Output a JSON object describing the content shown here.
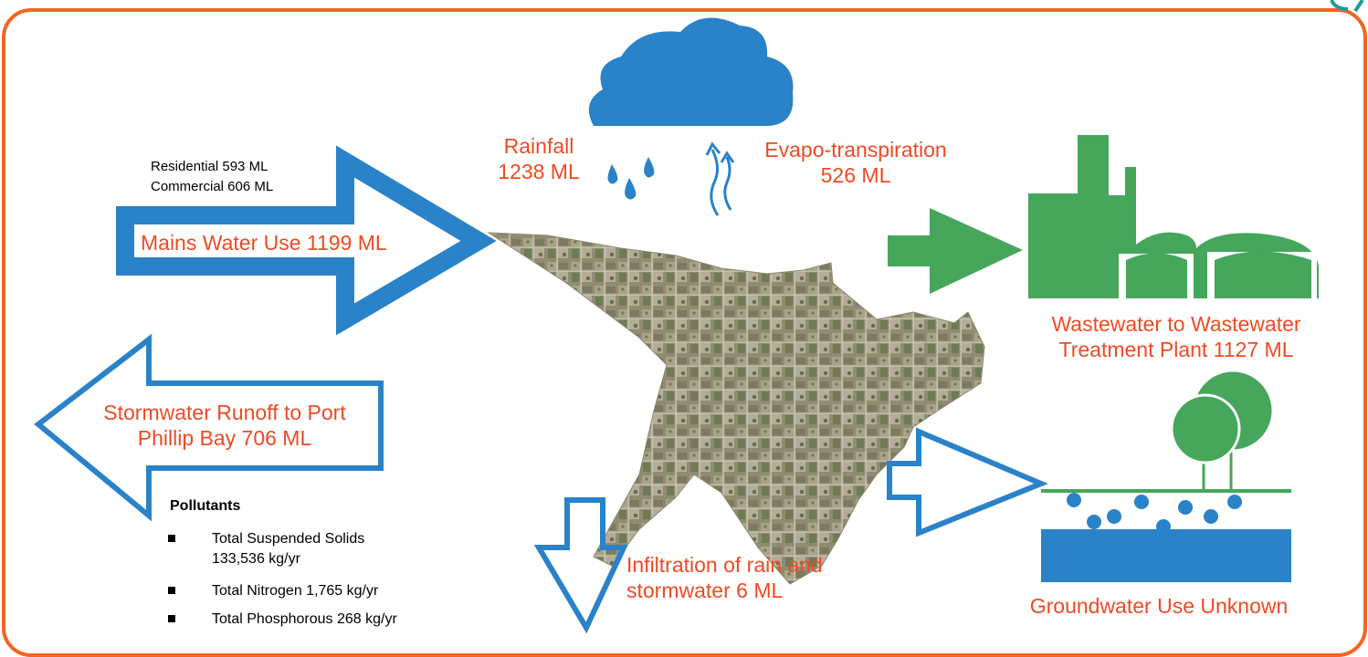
{
  "colors": {
    "frame": "#f26522",
    "blue": "#2a82c8",
    "green": "#45a65c",
    "label_red": "#ef4a23",
    "text_black": "#000000"
  },
  "icons": {
    "cloud": "cloud-icon",
    "rain": "raindrops-icon",
    "evaporation": "evaporation-arrows-icon",
    "plant": "treatment-plant-icon",
    "trees": "trees-icon",
    "groundwater": "groundwater-icon",
    "map": "suburb-aerial-map"
  },
  "flows": {
    "rainfall": {
      "line1": "Rainfall",
      "line2": "1238 ML"
    },
    "evapotranspiration": {
      "line1": "Evapo-transpiration",
      "line2": "526 ML"
    },
    "mains": {
      "label": "Mains Water Use 1199 ML",
      "residential": "Residential 593 ML",
      "commercial": "Commercial 606 ML"
    },
    "wastewater": {
      "line1": "Wastewater to Wastewater",
      "line2": "Treatment Plant 1127 ML"
    },
    "stormwater": {
      "line1": "Stormwater Runoff to Port",
      "line2": "Phillip Bay 706 ML"
    },
    "infiltration": {
      "line1": "Infiltration of rain and",
      "line2": "stormwater 6 ML"
    },
    "groundwater": {
      "label": "Groundwater Use Unknown"
    }
  },
  "pollutants": {
    "heading": "Pollutants",
    "items": [
      {
        "line1": "Total Suspended Solids",
        "line2": "133,536 kg/yr"
      },
      {
        "line1": "Total Nitrogen 1,765 kg/yr",
        "line2": ""
      },
      {
        "line1": "Total Phosphorous 268 kg/yr",
        "line2": ""
      }
    ]
  }
}
